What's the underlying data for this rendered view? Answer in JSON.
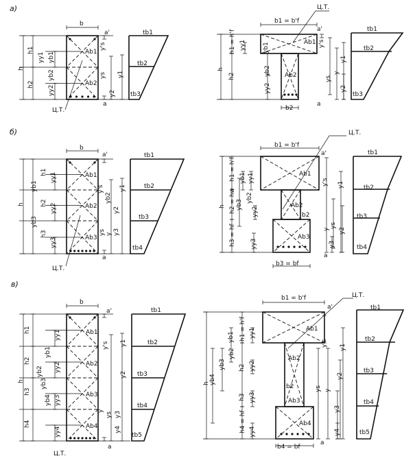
{
  "panels": [
    {
      "label": "а)",
      "left": {
        "b": "b",
        "h": "h",
        "h1": "h1",
        "h2": "h2",
        "yb1": "yb1",
        "yy1": "yy1",
        "yb2": "yb2",
        "yy2": "yy2",
        "ys_prime": "y's",
        "ys": "ys",
        "y1": "y1",
        "y2": "y2",
        "a_prime": "a'",
        "a": "a",
        "Ab1": "Ab1",
        "Ab2": "Ab2",
        "ct": "Ц.Т."
      },
      "right": {
        "b1": "b1 = b'f",
        "b2": "b2",
        "h": "h",
        "h1": "h1 = h'f",
        "h2": "h2",
        "yy1": "yy1",
        "yb1": "yb1",
        "yb2": "yb2",
        "yy2": "yy2",
        "ys_prime": "y's",
        "ys": "ys",
        "y": "y",
        "y1": "y1",
        "y2": "y2",
        "a_prime": "a'",
        "a": "a",
        "Ab1": "Ab1",
        "Ab2": "Ab2",
        "ct": "Ц.Т."
      },
      "diagram_left": [
        "tb1",
        "tb2",
        "tb3"
      ],
      "diagram_right": [
        "tb1",
        "tb2",
        "tb3"
      ]
    },
    {
      "label": "б)",
      "left": {
        "b": "b",
        "h": "h",
        "h1": "h1",
        "h2": "h2",
        "h3": "h3",
        "yb1": "yb1",
        "yy1": "yy1",
        "yy2": "yy2",
        "yb3": "yb3",
        "yy3": "yy3",
        "ys_prime": "y's",
        "yb2": "yb2",
        "ys": "ys",
        "y": "y",
        "y1": "y1",
        "y2": "y2",
        "y3": "y3",
        "a_prime": "a'",
        "a": "a",
        "Ab1": "Ab1",
        "Ab2": "Ab2",
        "Ab3": "Ab3",
        "ct": "Ц.Т."
      },
      "right": {
        "b1": "b1 = b'f",
        "b2": "b2",
        "b3": "b3 = bf",
        "h": "h",
        "h1": "h1 = h'f",
        "h2": "h2 = hw",
        "h3": "h3 = hf",
        "yb1": "yb1",
        "yy1": "yy1",
        "yb2": "yb2",
        "yb3": "yb3",
        "yy2": "yy2",
        "yy3": "yy3",
        "ys_prime": "y's",
        "ys": "ys",
        "y": "y",
        "y1": "y1",
        "y2": "y2",
        "y3": "y3",
        "a_prime": "a'",
        "a": "a",
        "Ab1": "Ab1",
        "Ab2": "Ab2",
        "Ab3": "Ab3",
        "ct": "Ц.Т."
      },
      "diagram_left": [
        "tb1",
        "tb2",
        "tb3",
        "tb4"
      ],
      "diagram_right": [
        "tb1",
        "tb2",
        "tb3",
        "tb4"
      ]
    },
    {
      "label": "в)",
      "left": {
        "b": "b",
        "h": "h",
        "h1": "h1",
        "h2": "h2",
        "h3": "h3",
        "h4": "h4",
        "yy1": "yy1",
        "yb1": "yb1",
        "yb2": "yb2",
        "yy2": "yy2",
        "yb3": "yb3",
        "yb4": "yb4",
        "yy3": "yy3",
        "yy4": "yy4",
        "ys_prime": "y's",
        "ys": "ys",
        "y": "y",
        "y1": "y1",
        "y2": "y2",
        "y3": "y3",
        "y4": "y4",
        "a_prime": "a'",
        "a": "a",
        "Ab1": "Ab1",
        "Ab2": "Ab2",
        "Ab3": "Ab3",
        "Ab4": "Ab4",
        "ct": "Ц.Т."
      },
      "right": {
        "b1": "b1 = b'f",
        "b2": "b2",
        "b4": "b4 = bf",
        "h": "h",
        "h1": "h1 = h'f",
        "h2": "h2",
        "h3": "h3",
        "h4": "h4 = hf",
        "yb1": "yb1",
        "yy1": "yy1",
        "yb2": "yb2",
        "yb3": "yb3",
        "yb4": "yb4",
        "yy2": "yy2",
        "yy3": "yy3",
        "yy4": "yy4",
        "ys_prime": "y's",
        "ys": "ys",
        "y": "y",
        "y1": "y1",
        "y2": "y2",
        "y3": "y3",
        "y4": "y4",
        "a_prime": "a'",
        "a": "a",
        "Ab1": "Ab1",
        "Ab2": "Ab2",
        "Ab3": "Ab3",
        "Ab4": "Ab4",
        "ct": "Ц.Т."
      },
      "diagram_left": [
        "tb1",
        "tb2",
        "tb3",
        "tb4",
        "tb5"
      ],
      "diagram_right": [
        "tb1",
        "tb2",
        "tb3",
        "tb4",
        "tb5"
      ]
    }
  ]
}
